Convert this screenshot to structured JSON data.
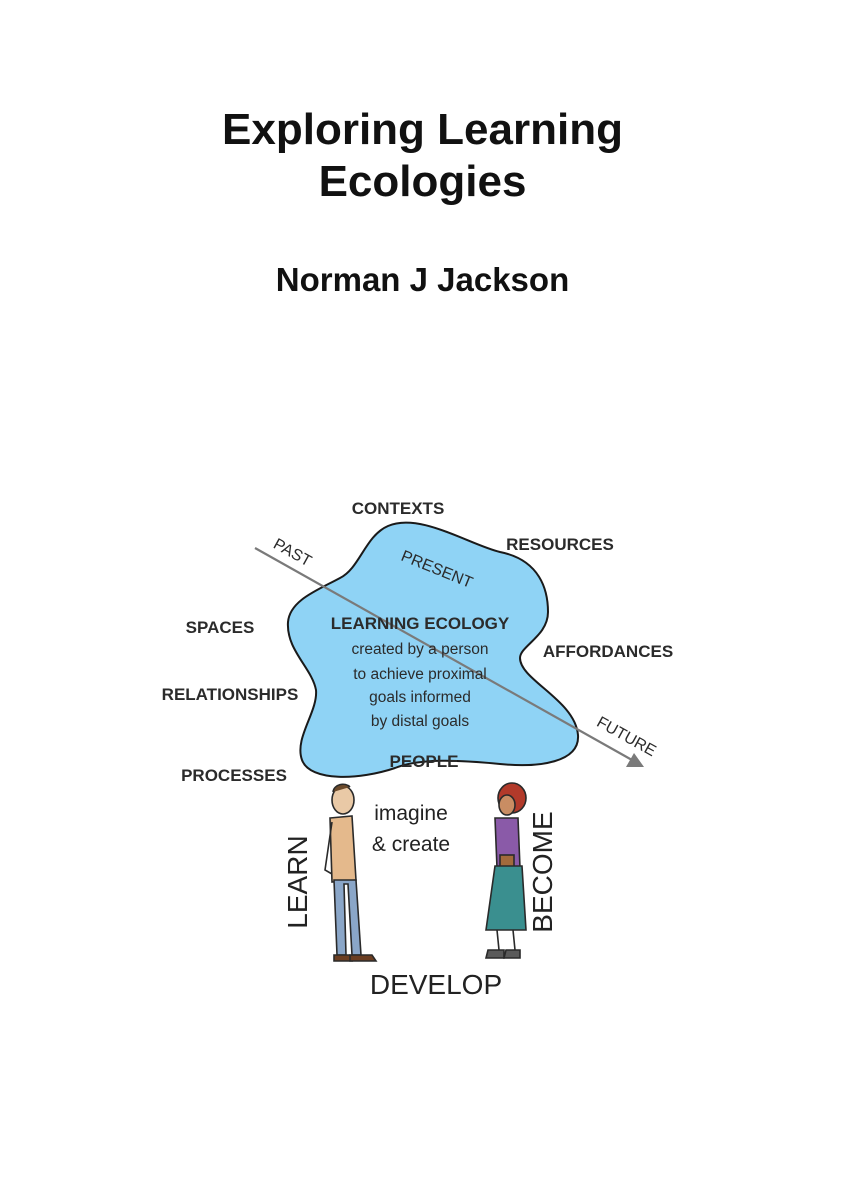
{
  "cover": {
    "title_line1": "Exploring Learning",
    "title_line2": "Ecologies",
    "author": "Norman J Jackson"
  },
  "diagram": {
    "outer_labels": {
      "contexts": "CONTEXTS",
      "resources": "RESOURCES",
      "spaces": "SPACES",
      "affordances": "AFFORDANCES",
      "relationships": "RELATIONSHIPS",
      "processes": "PROCESSES",
      "people": "PEOPLE"
    },
    "timeline": {
      "past": "PAST",
      "present": "PRESENT",
      "future": "FUTURE"
    },
    "blob": {
      "heading": "LEARNING ECOLOGY",
      "line1": "created by a person",
      "line2": "to achieve proximal",
      "line3": "goals informed",
      "line4": "by distal goals",
      "fill_color": "#8fd3f5"
    },
    "figures": {
      "center_line1": "imagine",
      "center_line2": "& create",
      "left_vertical": "LEARN",
      "right_vertical": "BECOME",
      "bottom": "DEVELOP"
    }
  }
}
